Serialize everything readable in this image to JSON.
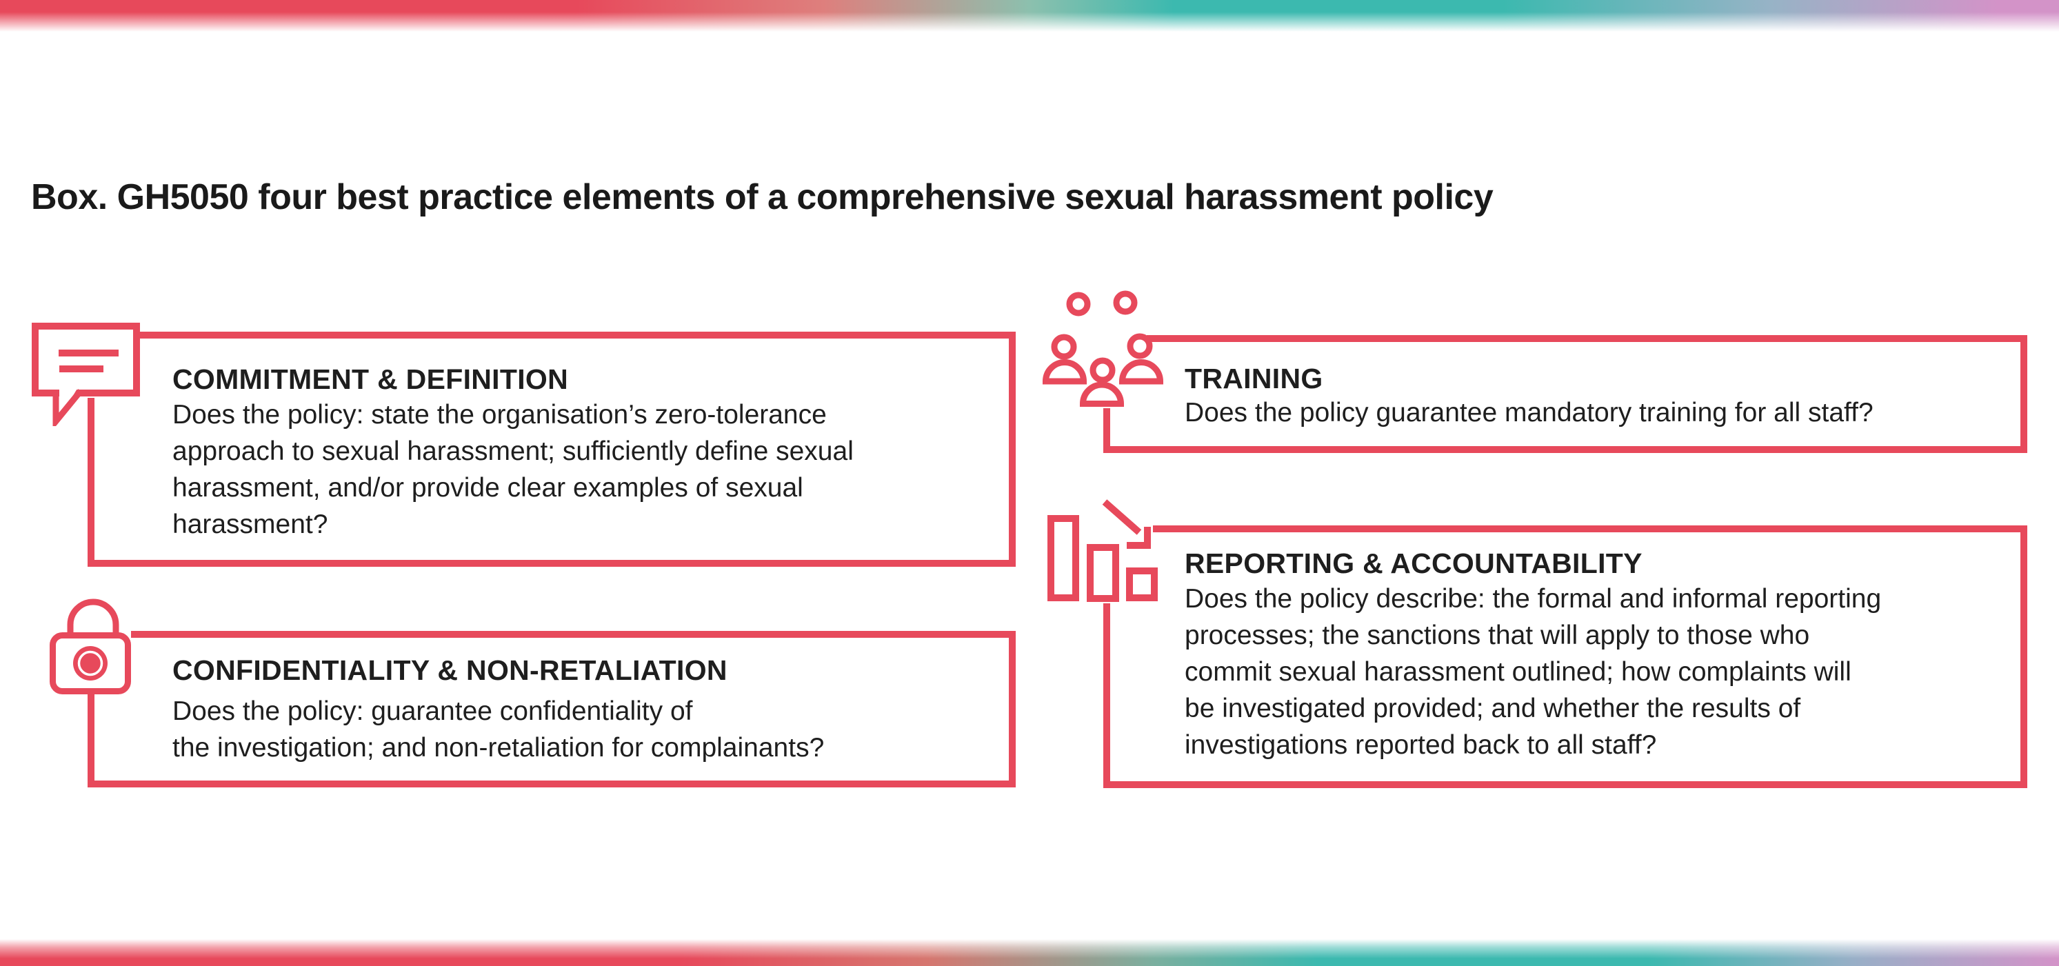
{
  "page": {
    "title": "Box. GH5050 four best practice elements of a comprehensive sexual harassment policy"
  },
  "colors": {
    "accent": "#E7495B",
    "teal": "#3CB9AF",
    "pink": "#D393C8",
    "ink": "#1E1E1E"
  },
  "boxes": [
    {
      "id": "commitment",
      "icon": "speech-bubble-icon",
      "heading": "COMMITMENT & DEFINITION",
      "body": "Does the policy: state the organisation’s zero-tolerance\napproach to sexual harassment; sufficiently define sexual\nharassment, and/or provide clear examples of sexual\nharassment?"
    },
    {
      "id": "confidentiality",
      "icon": "padlock-icon",
      "heading": "CONFIDENTIALITY & NON-RETALIATION",
      "body": "Does the policy: guarantee confidentiality of\nthe investigation; and non-retaliation for complainants?"
    },
    {
      "id": "training",
      "icon": "people-group-icon",
      "heading": "TRAINING",
      "body": "Does the policy guarantee mandatory training for all staff?"
    },
    {
      "id": "reporting",
      "icon": "declining-bar-chart-icon",
      "heading": "REPORTING & ACCOUNTABILITY",
      "body": "Does the policy describe: the formal and informal reporting\nprocesses; the sanctions that will apply to those who\ncommit sexual harassment outlined; how complaints will\nbe investigated provided; and whether the results of\ninvestigations reported back to all staff?"
    }
  ]
}
